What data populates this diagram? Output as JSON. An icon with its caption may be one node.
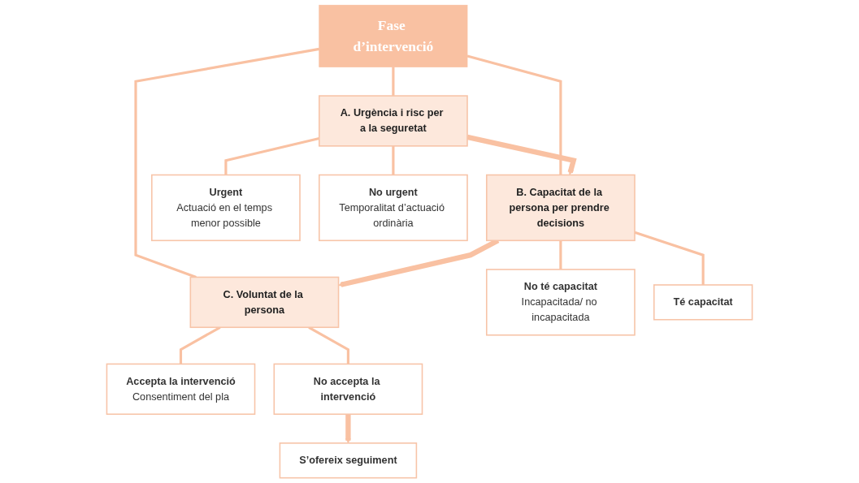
{
  "diagram": {
    "nodes": [
      {
        "text": [
          "Fase d’intervenció"
        ]
      },
      {
        "text": [
          "A. Urgència i risc per a la seguretat"
        ]
      },
      {
        "text": [
          "B. Capacitat de la persona per prendre decisions"
        ]
      },
      {
        "text": [
          "C. Voluntat de la persona"
        ]
      },
      {
        "text": [
          "Urgent",
          "Actuació en el temps menor possible"
        ]
      },
      {
        "text": [
          "No urgent",
          "Temporalitat d’actuació ordinària"
        ]
      },
      {
        "text": [
          "No té capacitat",
          "Incapacitada/ no incapacitada"
        ]
      },
      {
        "text": [
          "Té capacitat"
        ]
      },
      {
        "text": [
          "Accepta la intervenció",
          "Consentiment del pla"
        ]
      },
      {
        "text": [
          "No accepta la intervenció"
        ]
      },
      {
        "text": [
          "S’ofereix seguiment"
        ]
      }
    ],
    "edges": [
      {
        "from": 0,
        "to": 1,
        "arrow": "none"
      },
      {
        "from": 0,
        "to": 2,
        "arrow": "none"
      },
      {
        "from": 0,
        "to": 3,
        "arrow": "none"
      },
      {
        "from": 1,
        "to": 2,
        "arrow": "to",
        "style": "thick"
      },
      {
        "from": 2,
        "to": 3,
        "arrow": "to",
        "style": "thick"
      },
      {
        "from": 1,
        "to": 4,
        "arrow": "none"
      },
      {
        "from": 1,
        "to": 5,
        "arrow": "none"
      },
      {
        "from": 2,
        "to": 6,
        "arrow": "none"
      },
      {
        "from": 2,
        "to": 7,
        "arrow": "none"
      },
      {
        "from": 3,
        "to": 8,
        "arrow": "none"
      },
      {
        "from": 3,
        "to": 9,
        "arrow": "none"
      },
      {
        "from": 9,
        "to": 10,
        "arrow": "to",
        "style": "thick"
      }
    ]
  }
}
